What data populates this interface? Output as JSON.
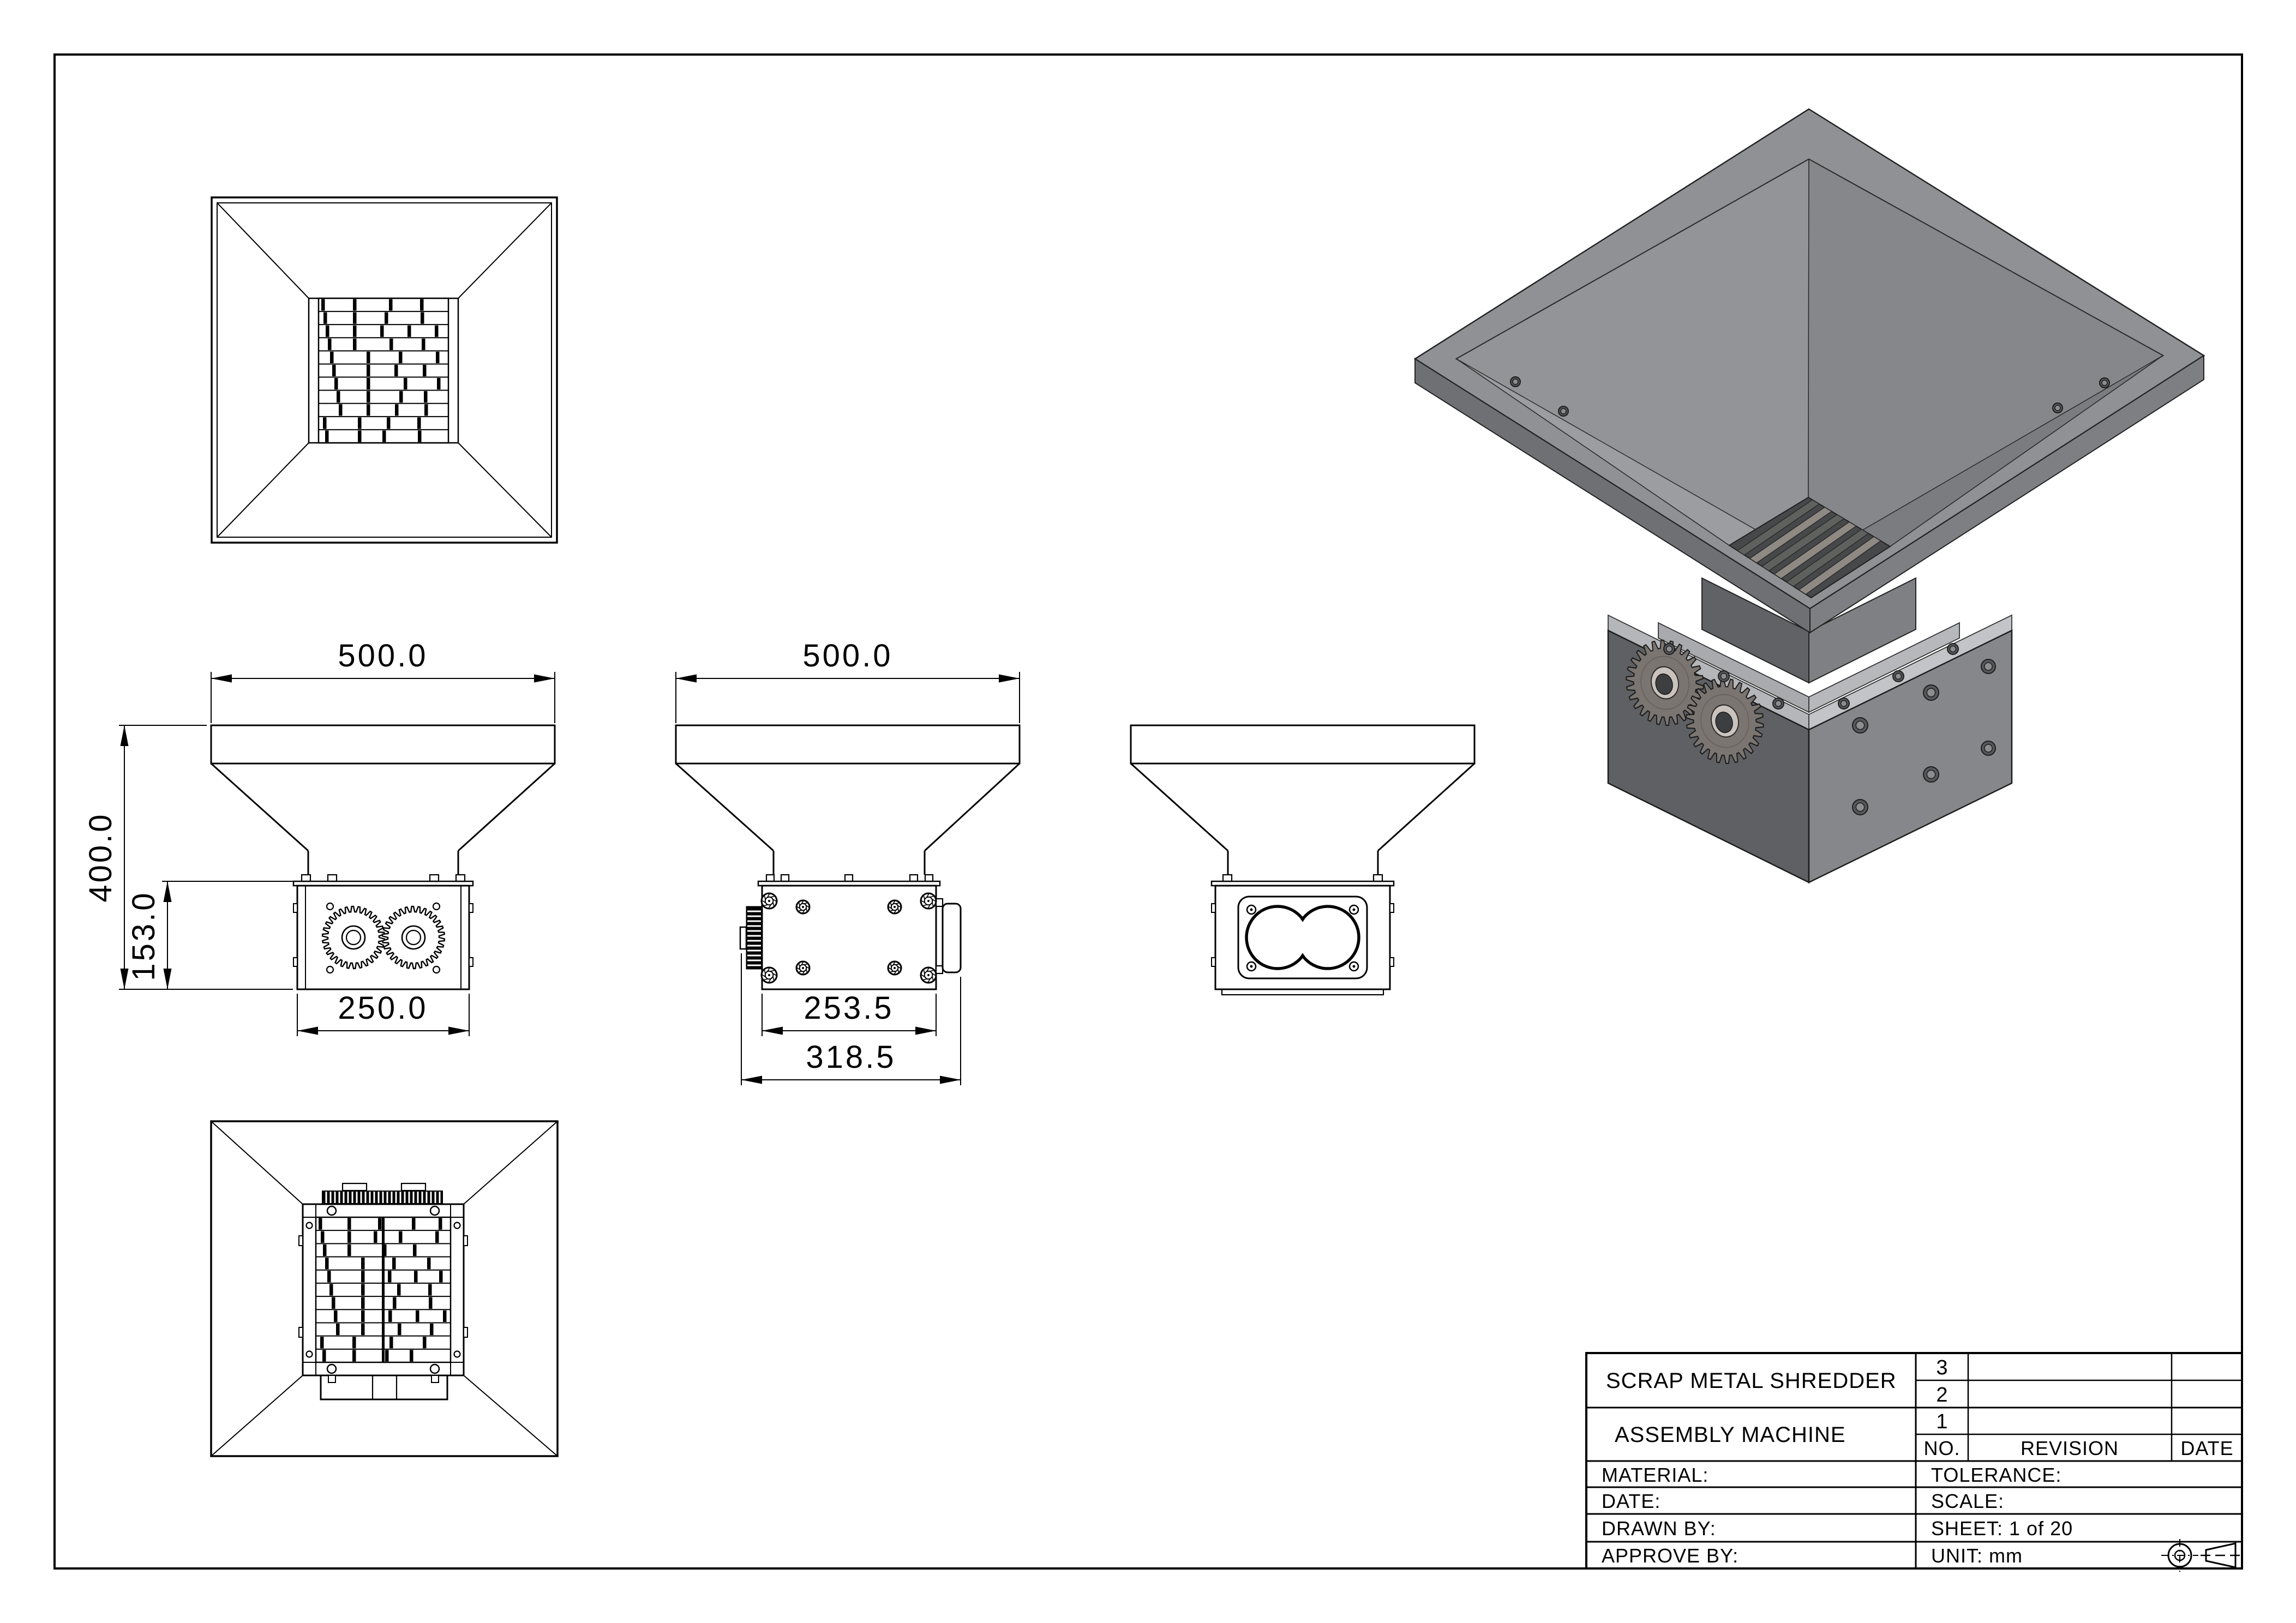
{
  "document": {
    "type": "engineering-drawing",
    "background": "#ffffff",
    "line_color": "#000000"
  },
  "dimensions": {
    "front": {
      "width": "500.0",
      "height": "400.0",
      "box_height": "153.0",
      "box_width": "250.0"
    },
    "side": {
      "width": "500.0",
      "box_width": "253.5",
      "overall_width": "318.5"
    }
  },
  "title_block": {
    "title": "SCRAP METAL SHREDDER",
    "subtitle": "ASSEMBLY MACHINE",
    "revision_table": {
      "rows": [
        "3",
        "2",
        "1"
      ],
      "headers": {
        "no": "NO.",
        "revision": "REVISION",
        "date": "DATE"
      }
    },
    "fields": {
      "material": "MATERIAL:",
      "tolerance": "TOLERANCE:",
      "date": "DATE:",
      "scale": "SCALE:",
      "drawn_by": "DRAWN BY:",
      "sheet": "SHEET: 1 of 20",
      "approve_by": "APPROVE BY:",
      "unit": "UNIT: mm"
    }
  },
  "iso_colors": {
    "rim_band": "#8f9194",
    "rim_wall_left": "#6e7073",
    "rim_wall_right": "#7d7f82",
    "funnel_upper_left": "#929497",
    "funnel_upper_right": "#85878a",
    "funnel_lower_left": "#9b9da0",
    "funnel_lower_right": "#7a7c7f",
    "throat": "#46484a",
    "box_left": "#5e6063",
    "box_right": "#85878a",
    "flange_light": "#b4b6b9",
    "gear_body": "#7b7571",
    "gear_hub": "#cac3bd"
  }
}
